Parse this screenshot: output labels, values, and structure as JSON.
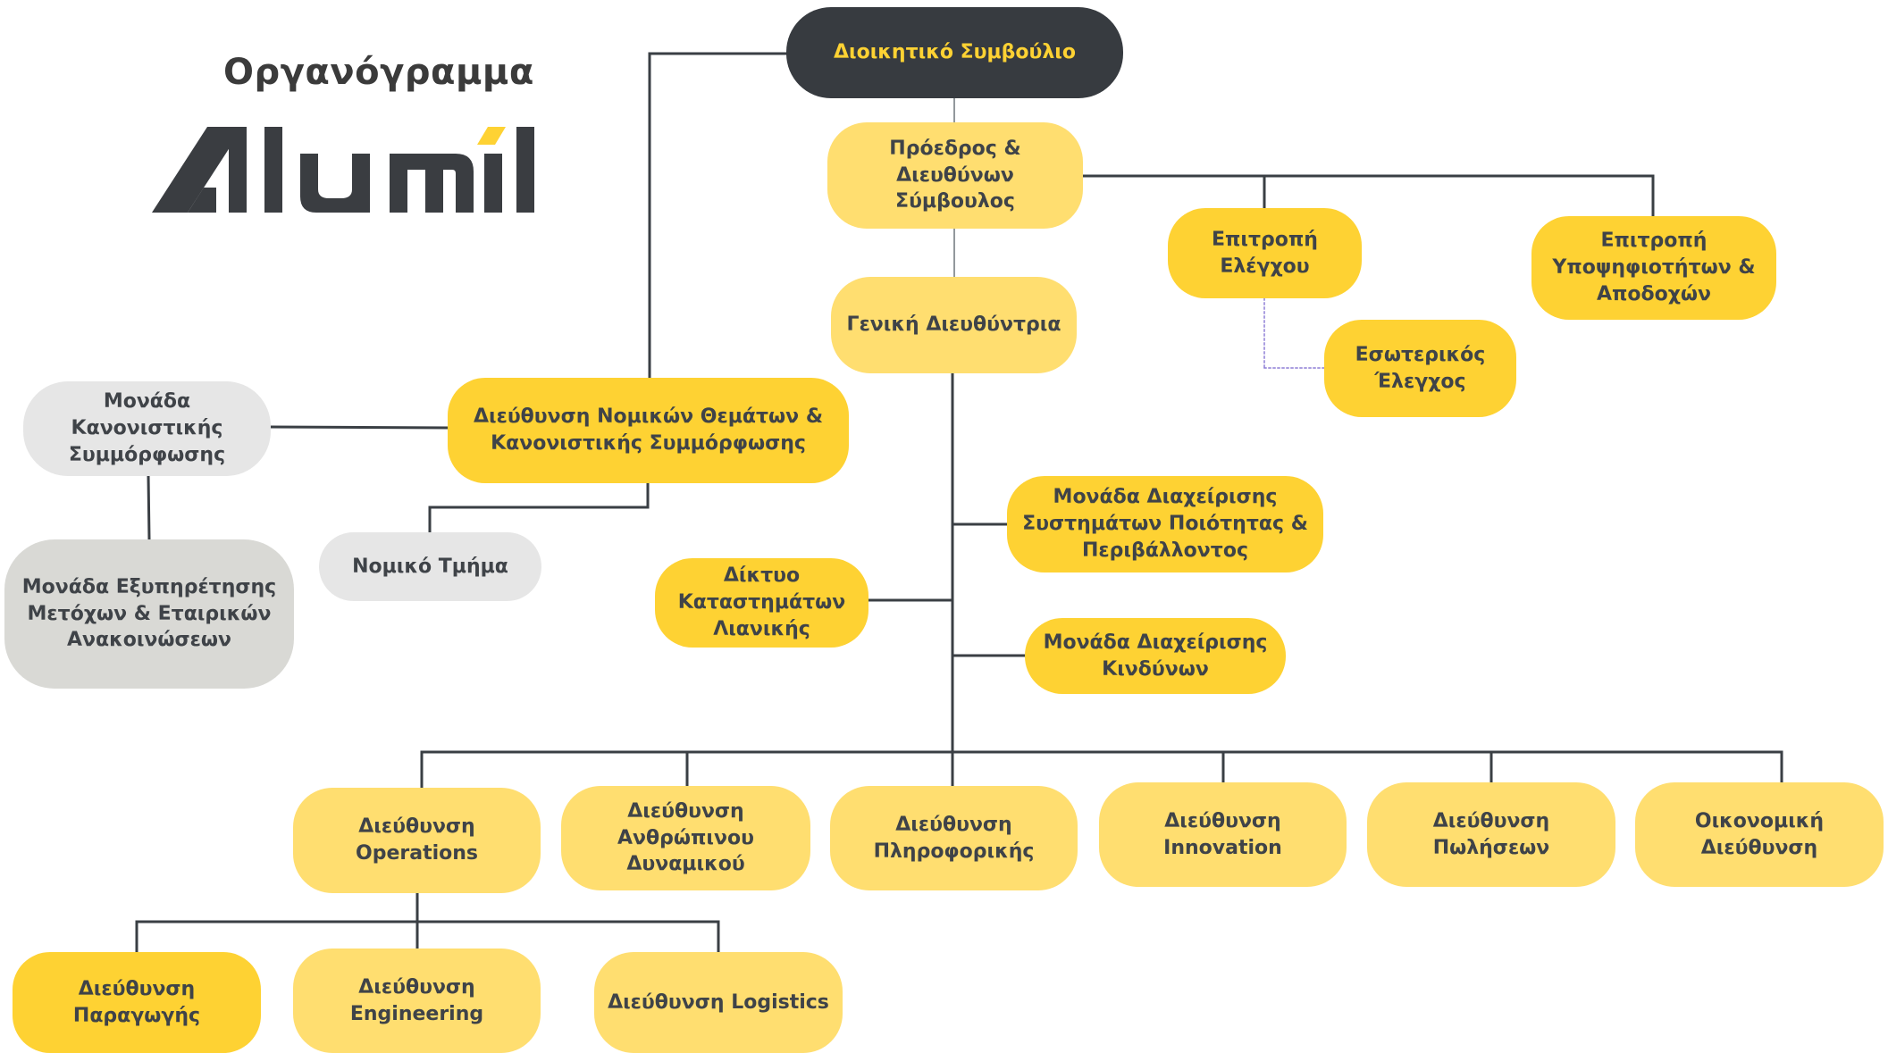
{
  "title": "Οργανόγραμμα",
  "logo": {
    "text": "Alumil",
    "accent_color": "#fed233",
    "dark_color": "#3a3d41"
  },
  "colors": {
    "accent_yellow": "#fed233",
    "light_yellow": "#ffde70",
    "dark_node": "#373b40",
    "grey_light": "#e6e6e6",
    "grey_mid": "#d9d9d5",
    "connector": "#3a3f44"
  },
  "nodes": {
    "board": "Διοικητικό Συμβούλιο",
    "ceo": "Πρόεδρος &\nΔιευθύνων\nΣύμβουλος",
    "general_manager": "Γενική Διευθύντρια",
    "audit_committee": "Επιτροπή\nΕλέγχου",
    "nomination_committee": "Επιτροπή\nΥποψηφιοτήτων &\nΑποδοχών",
    "internal_audit": "Εσωτερικός\nΈλεγχος",
    "legal_compliance": "Διεύθυνση Νομικών Θεμάτων &\nΚανονιστικής Συμμόρφωσης",
    "compliance_unit": "Μονάδα\nΚανονιστικής\nΣυμμόρφωσης",
    "shareholders_unit": "Μονάδα Εξυπηρέτησης\nΜετόχων & Εταιρικών\nΑνακοινώσεων",
    "legal_dept": "Νομικό Τμήμα",
    "quality_env": "Μονάδα Διαχείρισης\nΣυστημάτων Ποιότητας &\nΠεριβάλλοντος",
    "retail_network": "Δίκτυο\nΚαταστημάτων\nΛιανικής",
    "risk_unit": "Μονάδα Διαχείρισης\nΚινδύνων",
    "operations": "Διεύθυνση\nOperations",
    "hr": "Διεύθυνση\nΑνθρώπινου\nΔυναμικού",
    "it": "Διεύθυνση\nΠληροφορικής",
    "innovation": "Διεύθυνση\nInnovation",
    "sales": "Διεύθυνση\nΠωλήσεων",
    "finance": "Οικονομική\nΔιεύθυνση",
    "production": "Διεύθυνση\nΠαραγωγής",
    "engineering": "Διεύθυνση\nEngineering",
    "logistics": "Διεύθυνση Logistics"
  }
}
